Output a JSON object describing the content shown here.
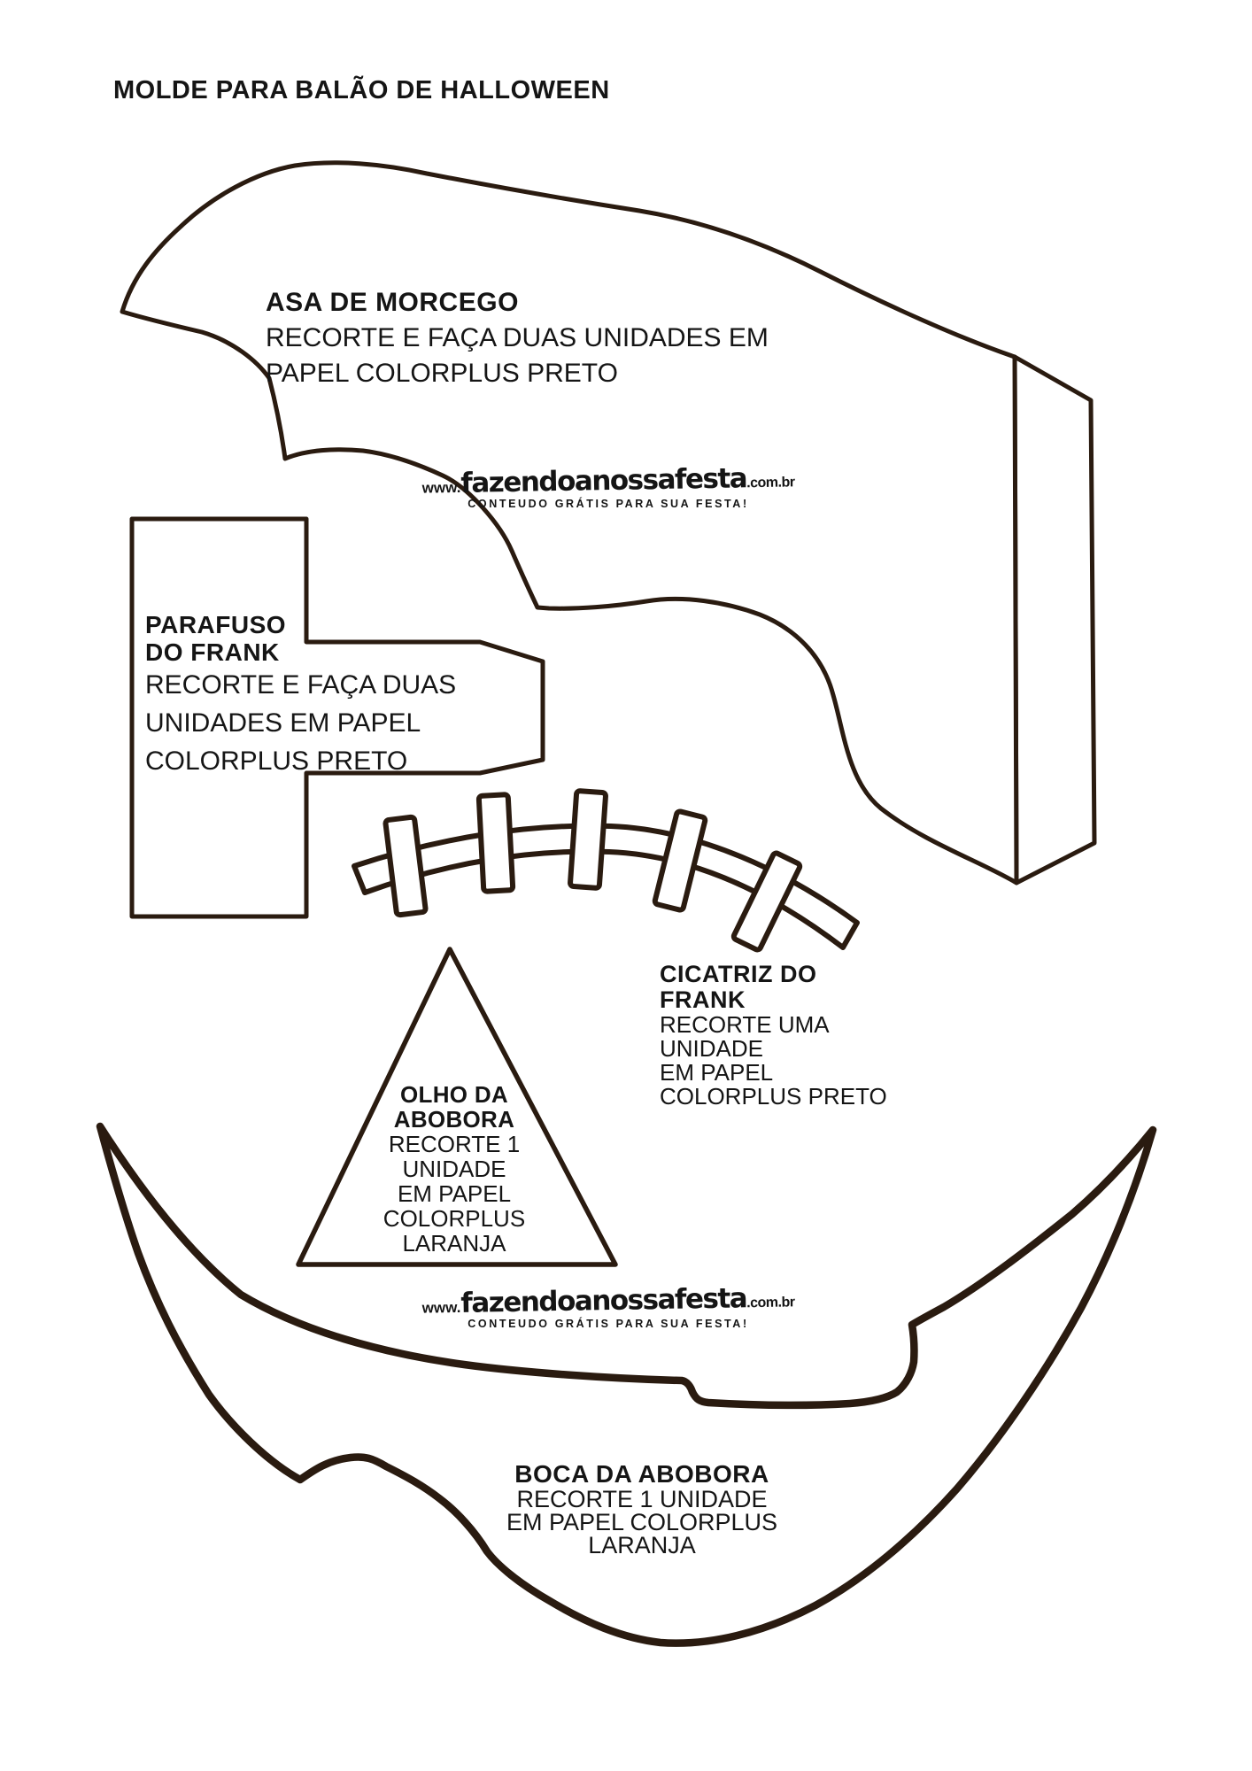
{
  "page": {
    "title": "MOLDE PARA BALÃO DE HALLOWEEN"
  },
  "watermark": {
    "www": "www.",
    "name": "fazendoanossafesta",
    "tld": ".com.br",
    "tagline": "CONTEUDO GRÁTIS PARA SUA FESTA!"
  },
  "templates": {
    "bat_wing": {
      "label": "ASA DE MORCEGO",
      "lines": [
        "RECORTE E FAÇA DUAS UNIDADES EM",
        "PAPEL COLORPLUS PRETO"
      ]
    },
    "frank_bolt": {
      "label_lines": [
        "PARAFUSO",
        "DO FRANK"
      ],
      "lines": [
        "RECORTE E FAÇA DUAS",
        "UNIDADES EM PAPEL",
        "COLORPLUS PRETO"
      ]
    },
    "frank_scar": {
      "label_lines": [
        "CICATRIZ DO",
        "FRANK"
      ],
      "lines": [
        "RECORTE UMA",
        "UNIDADE",
        "EM PAPEL",
        "COLORPLUS PRETO"
      ]
    },
    "pumpkin_eye": {
      "label_lines": [
        "OLHO DA",
        "ABOBORA"
      ],
      "lines": [
        "RECORTE 1",
        "UNIDADE",
        "EM PAPEL",
        "COLORPLUS",
        "LARANJA"
      ]
    },
    "pumpkin_mouth": {
      "label": "BOCA DA ABOBORA",
      "lines": [
        "RECORTE 1 UNIDADE",
        "EM PAPEL COLORPLUS",
        "LARANJA"
      ]
    }
  },
  "colors": {
    "outline": "#2a1b10",
    "text": "#151515",
    "background": "#ffffff"
  }
}
